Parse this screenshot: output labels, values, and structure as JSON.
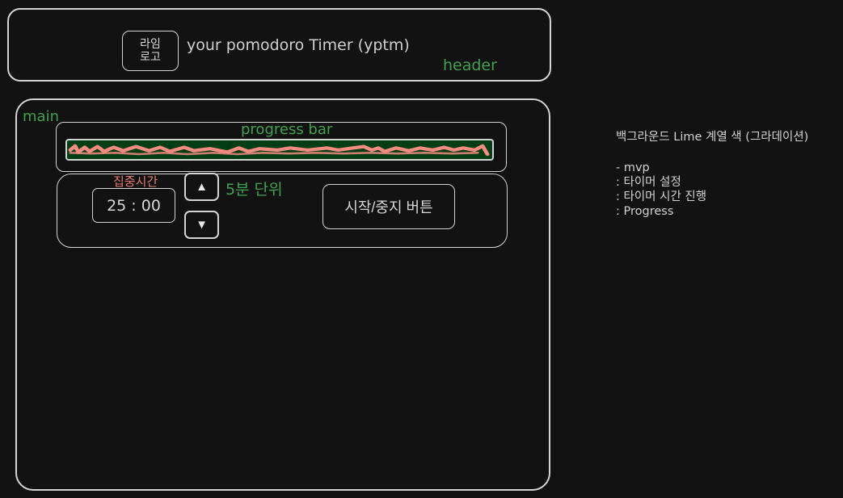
{
  "header": {
    "logo_line1": "라임",
    "logo_line2": "로고",
    "title": "your pomodoro Timer (yptm)",
    "section_label": "header"
  },
  "main": {
    "section_label": "main",
    "progress": {
      "label": "progress bar",
      "bar_color": "#003d14",
      "scribble_color": "#f28b80"
    },
    "timer": {
      "focus_label": "집중시간",
      "time": "25 : 00",
      "up_arrow": "▲",
      "down_arrow": "▼",
      "step_label": "5분 단위",
      "start_stop_label": "시작/중지 버튼"
    }
  },
  "notes": {
    "line1": "백그라운드 Lime 계열 색 (그라데이션)",
    "line2": "- mvp",
    "line3": ": 타이머 설정",
    "line4": ": 타이머 시간 진행",
    "line5": ": Progress"
  },
  "colors": {
    "background": "#121212",
    "outline": "#d4d4d4",
    "label_green": "#3fa14e",
    "label_salmon": "#e37a73"
  }
}
